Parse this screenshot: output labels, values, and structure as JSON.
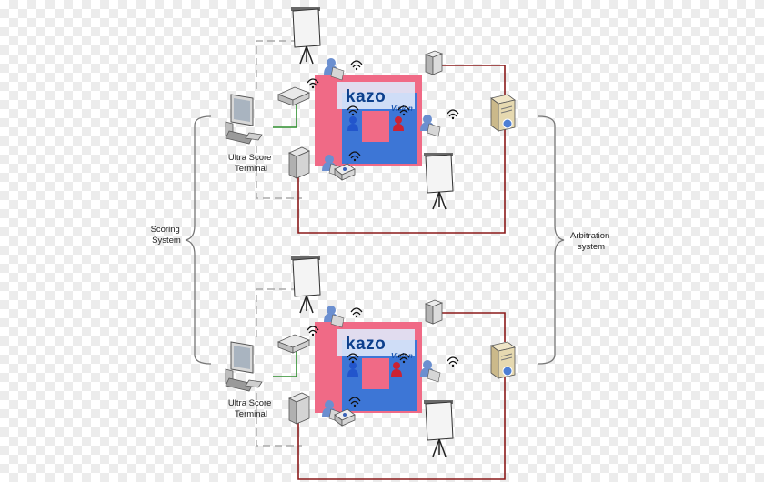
{
  "labels": {
    "scoring_system": "Scoring\nSystem",
    "arbitration_system": "Arbitration\nsystem",
    "terminal_top": "Ultra Score\nTerminal",
    "terminal_bottom": "Ultra Score\nTerminal"
  },
  "logo": {
    "name": "kazo",
    "sub": "Vision"
  },
  "colors": {
    "mat_outer": "#f06a86",
    "mat_inner": "#3d76d6",
    "mat_center": "#f06a86",
    "connector_red": "#8b1a1a",
    "connector_green": "#2f8f2f",
    "connector_dashed": "#aaaaaa",
    "player_blue": "#2255cc",
    "player_red": "#cc2233"
  },
  "icons": [
    "projector-screen-icon",
    "computer-terminal-icon",
    "router-icon",
    "referee-icon",
    "scoreboard-device-icon",
    "server-icon",
    "wireless-icon",
    "player-icon",
    "brace-icon"
  ]
}
